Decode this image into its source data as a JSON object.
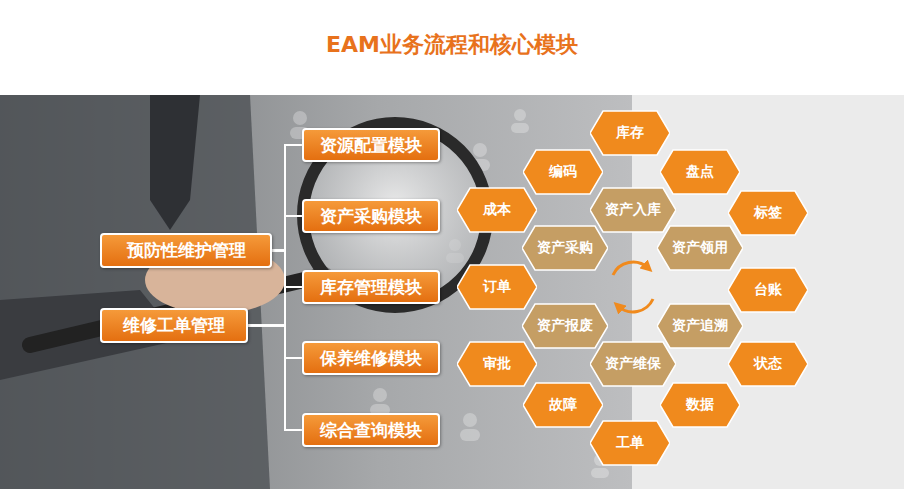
{
  "diagram": {
    "title": "EAM业务流程和核心模块",
    "nodes": [
      {
        "text": [
          "预防性维护管理"
        ]
      },
      {
        "text": [
          "维修工单管理"
        ]
      },
      {
        "text": [
          "资源配置模块"
        ]
      },
      {
        "text": [
          "资产采购模块"
        ]
      },
      {
        "text": [
          "库存管理模块"
        ]
      },
      {
        "text": [
          "保养维修模块"
        ]
      },
      {
        "text": [
          "综合查询模块"
        ]
      },
      {
        "text": [
          "库存"
        ]
      },
      {
        "text": [
          "编码"
        ]
      },
      {
        "text": [
          "盘点"
        ]
      },
      {
        "text": [
          "成本"
        ]
      },
      {
        "text": [
          "资产入库"
        ]
      },
      {
        "text": [
          "标签"
        ]
      },
      {
        "text": [
          "资产采购"
        ]
      },
      {
        "text": [
          "资产领用"
        ]
      },
      {
        "text": [
          "订单"
        ]
      },
      {
        "text": [
          "台账"
        ]
      },
      {
        "text": [
          "资产报废"
        ]
      },
      {
        "text": [
          "资产追溯"
        ]
      },
      {
        "text": [
          "审批"
        ]
      },
      {
        "text": [
          "资产维保"
        ]
      },
      {
        "text": [
          "状态"
        ]
      },
      {
        "text": [
          "故障"
        ]
      },
      {
        "text": [
          "数据"
        ]
      },
      {
        "text": [
          "工单"
        ]
      }
    ],
    "edges": [
      {
        "from": 0,
        "to": 2,
        "arrow": "none"
      },
      {
        "from": 0,
        "to": 3,
        "arrow": "none"
      },
      {
        "from": 0,
        "to": 4,
        "arrow": "none"
      },
      {
        "from": 0,
        "to": 5,
        "arrow": "none"
      },
      {
        "from": 0,
        "to": 6,
        "arrow": "none"
      },
      {
        "from": 1,
        "to": 2,
        "arrow": "none"
      },
      {
        "from": 1,
        "to": 3,
        "arrow": "none"
      },
      {
        "from": 1,
        "to": 4,
        "arrow": "none"
      },
      {
        "from": 1,
        "to": 5,
        "arrow": "none"
      },
      {
        "from": 1,
        "to": 6,
        "arrow": "none"
      }
    ]
  }
}
